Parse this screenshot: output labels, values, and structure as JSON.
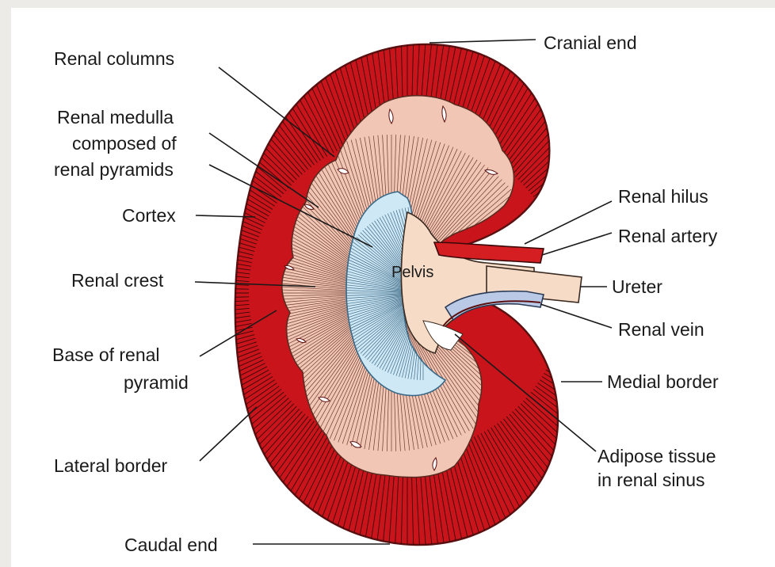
{
  "colors": {
    "cortex": "#c8141a",
    "cortex_dark": "#8e0c10",
    "medulla": "#f2c6b4",
    "calyx": "#cfe8f5",
    "pelvis": "#f6dcc6",
    "artery": "#d41e22",
    "vein": "#b9c9e6",
    "ureter": "#f6dcc6"
  },
  "labels": {
    "renal_columns": "Renal columns",
    "renal_medulla_1": "Renal medulla",
    "renal_medulla_2": "composed of",
    "renal_medulla_3": "renal pyramids",
    "cortex": "Cortex",
    "renal_crest": "Renal crest",
    "base_pyramid_1": "Base of renal",
    "base_pyramid_2": "pyramid",
    "lateral_border": "Lateral border",
    "caudal_end": "Caudal end",
    "cranial_end": "Cranial end",
    "renal_hilus": "Renal hilus",
    "renal_artery": "Renal artery",
    "ureter": "Ureter",
    "renal_vein": "Renal vein",
    "medial_border": "Medial border",
    "adipose_1": "Adipose tissue",
    "adipose_2": "in renal sinus",
    "pelvis": "Pelvis"
  }
}
